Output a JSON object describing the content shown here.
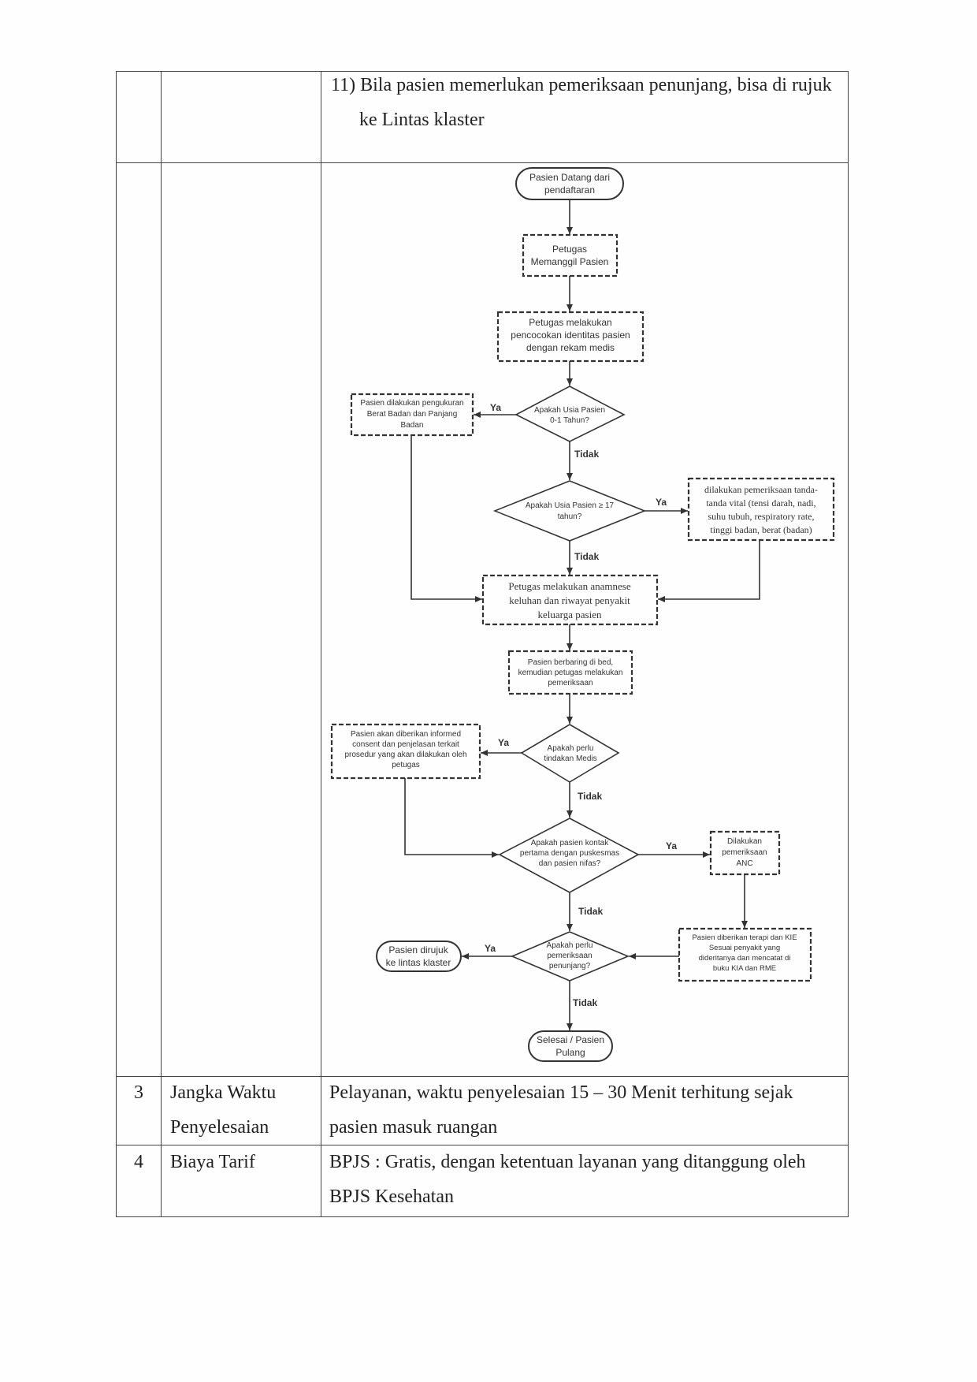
{
  "row_top": {
    "item_line1": "11) Bila pasien memerlukan pemeriksaan penunjang, bisa di rujuk",
    "item_line2": "ke Lintas klaster"
  },
  "flowchart_row": {
    "number": ""
  },
  "row3": {
    "number": "3",
    "label_line1": "Jangka Waktu",
    "label_line2": "Penyelesaian",
    "value_line1": "Pelayanan, waktu penyelesaian 15 – 30 Menit terhitung sejak",
    "value_line2": "pasien masuk ruangan"
  },
  "row4": {
    "number": "4",
    "label": "Biaya Tarif",
    "value_line1": "BPJS : Gratis, dengan ketentuan layanan yang ditanggung oleh",
    "value_line2": "BPJS Kesehatan"
  },
  "flowchart": {
    "start": [
      "Pasien Datang dari",
      "pendaftaran"
    ],
    "call": [
      "Petugas",
      "Memanggil Pasien"
    ],
    "match": [
      "Petugas melakukan",
      "pencocokan identitas pasien",
      "dengan rekam medis"
    ],
    "q_age01": [
      "Apakah Usia Pasien",
      "0-1 Tahun?"
    ],
    "measure": [
      "Pasien dilakukan pengukuran",
      "Berat Badan dan Panjang",
      "Badan"
    ],
    "q_age17": [
      "Apakah Usia Pasien ≥ 17",
      "tahun?"
    ],
    "vitals": [
      "dilakukan pemeriksaan tanda-",
      "tanda vital (tensi darah, nadi,",
      "suhu tubuh, respiratory rate,",
      "tinggi badan, berat (badan)"
    ],
    "anamnesis": [
      "Petugas melakukan anamnese",
      "keluhan dan riwayat penyakit",
      "keluarga pasien"
    ],
    "exam": [
      "Pasien berbaring di bed,",
      "kemudian petugas melakukan",
      "pemeriksaan"
    ],
    "q_medis": [
      "Apakah perlu",
      "tindakan Medis"
    ],
    "consent": [
      "Pasien akan diberikan informed",
      "consent dan penjelasan terkait",
      "prosedur yang akan dilakukan oleh",
      "petugas"
    ],
    "q_kontak": [
      "Apakah pasien kontak",
      "pertama dengan puskesmas",
      "dan pasien nifas?"
    ],
    "anc": [
      "Dilakukan",
      "pemeriksaan",
      "ANC"
    ],
    "therapy": [
      "Pasien diberikan terapi dan KIE",
      "Sesuai penyakit yang",
      "dideritanya dan mencatat di",
      "buku KIA dan RME"
    ],
    "q_penunjang": [
      "Apakah perlu",
      "pemeriksaan",
      "penunjang?"
    ],
    "refer": [
      "Pasien dirujuk",
      "ke lintas klaster"
    ],
    "end": [
      "Selesai / Pasien",
      "Pulang"
    ],
    "yes_label": "Ya",
    "no_label": "Tidak"
  },
  "colors": {
    "ink": "#333333",
    "rule": "#444444",
    "paper": "#fefefe"
  }
}
